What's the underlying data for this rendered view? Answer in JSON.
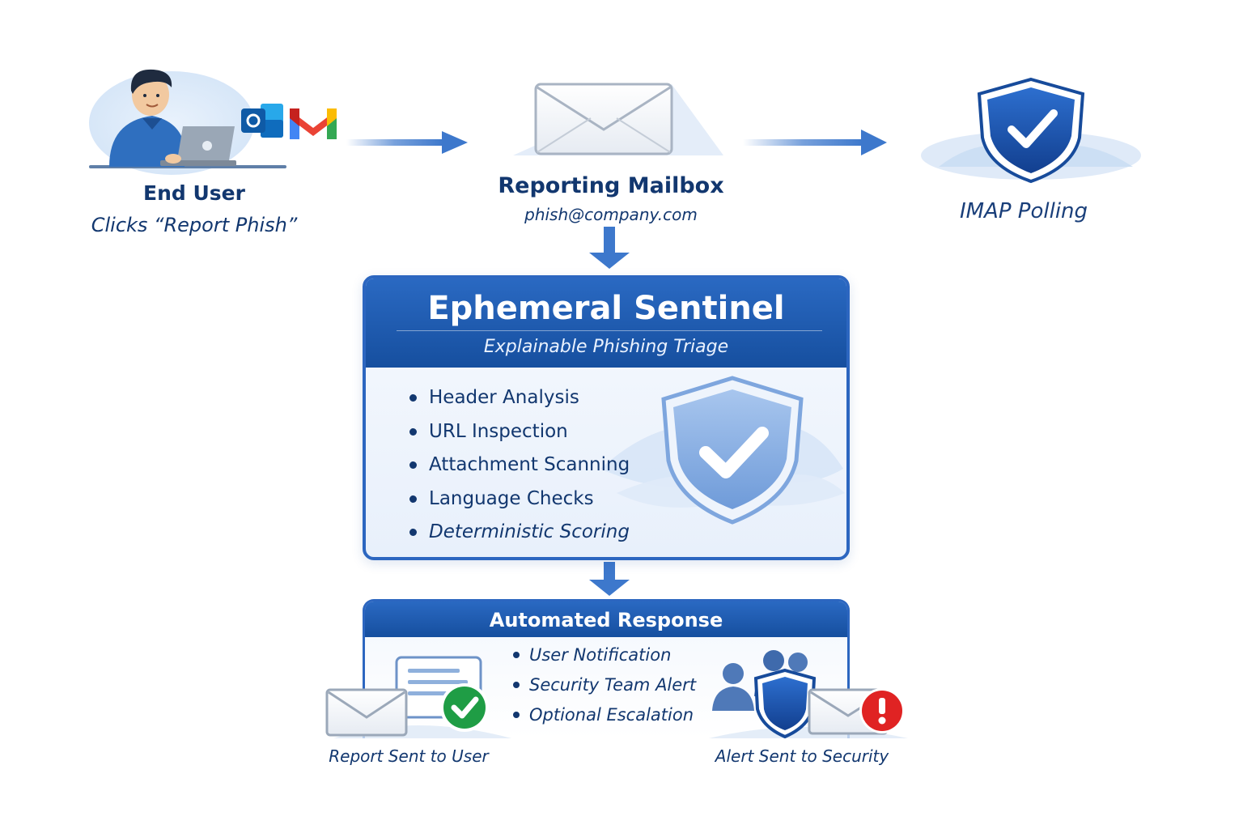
{
  "top_row": {
    "end_user": {
      "title": "End User",
      "subtitle": "Clicks “Report Phish”"
    },
    "reporting_mailbox": {
      "title": "Reporting Mailbox",
      "address": "phish@company.com"
    },
    "imap": {
      "title": "IMAP Polling"
    }
  },
  "main_card": {
    "title": "Ephemeral Sentinel",
    "subtitle": "Explainable Phishing Triage",
    "features": [
      "Header Analysis",
      "URL Inspection",
      "Attachment Scanning",
      "Language Checks",
      "Deterministic Scoring"
    ]
  },
  "response_card": {
    "title": "Automated Response",
    "items": [
      "User Notification",
      "Security Team Alert",
      "Optional Escalation"
    ],
    "left_caption": "Report Sent to User",
    "right_caption": "Alert Sent to Security"
  },
  "colors": {
    "primary": "#1c58ad",
    "dark_text": "#12376f",
    "arrow": "#3d78cc",
    "success": "#1f9d45",
    "danger": "#e02323",
    "outlook": "#0f6cbd"
  },
  "icons": [
    "user-at-laptop-icon",
    "outlook-icon",
    "gmail-icon",
    "envelope-icon",
    "shield-check-icon",
    "check-circle-icon",
    "people-icon",
    "alert-circle-icon"
  ]
}
